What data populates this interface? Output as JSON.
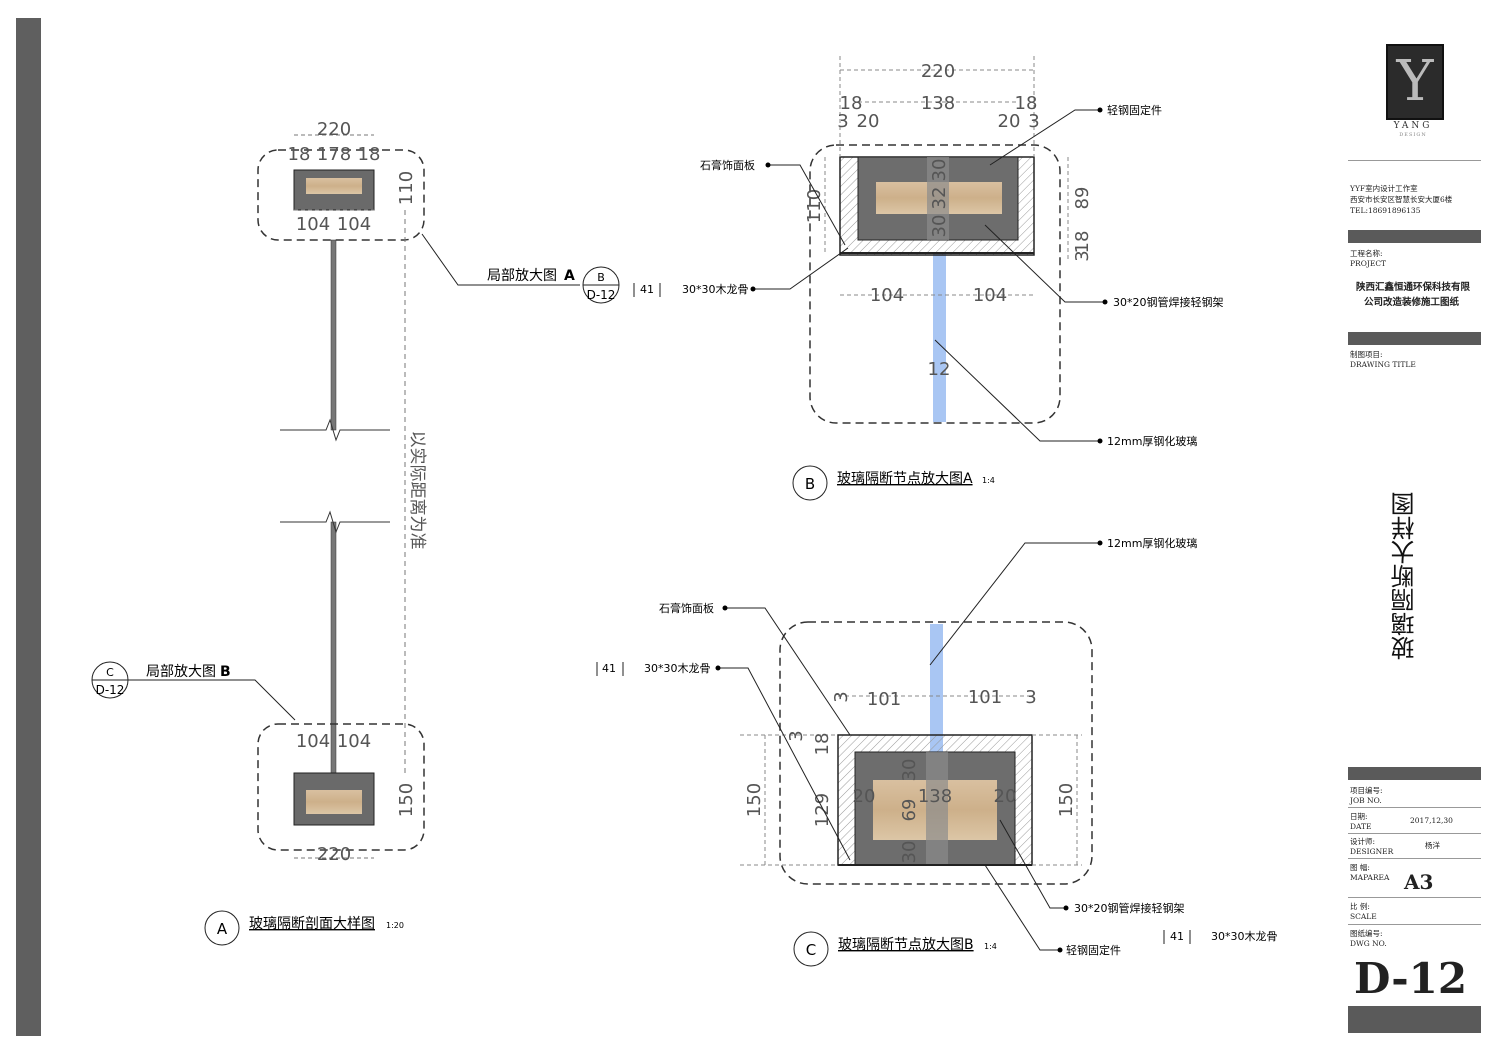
{
  "detail_a": {
    "marker": "A",
    "title": "玻璃隔断剖面大样图",
    "scale": "1:20",
    "dims_top": [
      "220",
      "18",
      "178",
      "18",
      "110",
      "104",
      "104"
    ],
    "dims_bottom": [
      "104",
      "104",
      "150",
      "220"
    ],
    "note_vertical": "以实际距离为准",
    "callout_a": {
      "label": "局部放大图",
      "letter": "A",
      "ref_top": "B",
      "ref_bottom": "D-12"
    },
    "callout_b": {
      "label": "局部放大图",
      "letter": "B",
      "ref_top": "C",
      "ref_bottom": "D-12"
    }
  },
  "detail_b": {
    "marker": "B",
    "title": "玻璃隔断节点放大图A",
    "scale": "1:4",
    "dims": {
      "total": "220",
      "d18l": "18",
      "d138": "138",
      "d18r": "18",
      "d3l": "3",
      "d20l": "20",
      "d20r": "20",
      "d3r": "3",
      "h110": "110",
      "h89": "89",
      "h3": "3",
      "h18": "18",
      "c30a": "30",
      "c32": "32",
      "c30b": "30",
      "b104l": "104",
      "b104r": "104",
      "glass": "12"
    },
    "labels": {
      "steel_fix": "轻钢固定件",
      "gypsum": "石膏饰面板",
      "wood": "30*30木龙骨",
      "wood_code": "41",
      "frame": "30*20钢管焊接轻钢架",
      "glass": "12mm厚钢化玻璃"
    }
  },
  "detail_c": {
    "marker": "C",
    "title": "玻璃隔断节点放大图B",
    "scale": "1:4",
    "dims": {
      "d3l": "3",
      "d101l": "101",
      "d101r": "101",
      "d3r": "3",
      "v3": "3",
      "v18": "18",
      "h150l": "150",
      "h129": "129",
      "h150r": "150",
      "c30a": "30",
      "c69": "69",
      "c30b": "30",
      "d20l": "20",
      "d138": "138",
      "d20r": "20"
    },
    "labels": {
      "glass": "12mm厚钢化玻璃",
      "gypsum": "石膏饰面板",
      "wood": "30*30木龙骨",
      "wood_code": "41",
      "frame": "30*20钢管焊接轻钢架",
      "steel_fix": "轻钢固定件",
      "wood2": "30*30木龙骨",
      "wood2_code": "41"
    }
  },
  "title_block": {
    "logo_letter": "Y",
    "logo_text": "YANG",
    "logo_sub": "DESIGN",
    "studio": "YYF室内设计工作室",
    "address": "西安市长安区智慧长安大厦6楼",
    "tel": "TEL:18691896135",
    "project_label_cn": "工程名称:",
    "project_label_en": "PROJECT",
    "project_name_1": "陕西汇鑫恒通环保科技有限",
    "project_name_2": "公司改造装修施工图纸",
    "drawing_label_cn": "制图项目:",
    "drawing_label_en": "DRAWING TITLE",
    "drawing_title": "玻璃隔断大样图",
    "job_cn": "项目编号:",
    "job_en": "JOB NO.",
    "date_cn": "日期:",
    "date_en": "DATE",
    "date_value": "2017,12,30",
    "designer_cn": "设计师:",
    "designer_en": "DESIGNER",
    "designer_value": "杨洋",
    "area_cn": "图 幅:",
    "area_en": "MAPAREA",
    "area_value": "A3",
    "scale_cn": "比 例:",
    "scale_en": "SCALE",
    "dwg_cn": "图纸编号:",
    "dwg_en": "DWG NO.",
    "dwg_value": "D-12"
  },
  "colors": {
    "frame_bar": "#5f5f5f",
    "steel": "#6d6d6d",
    "glass": "#a9c6f3",
    "wood": "#dbc39f",
    "gypsum_hatch": "#8a8a8a"
  }
}
